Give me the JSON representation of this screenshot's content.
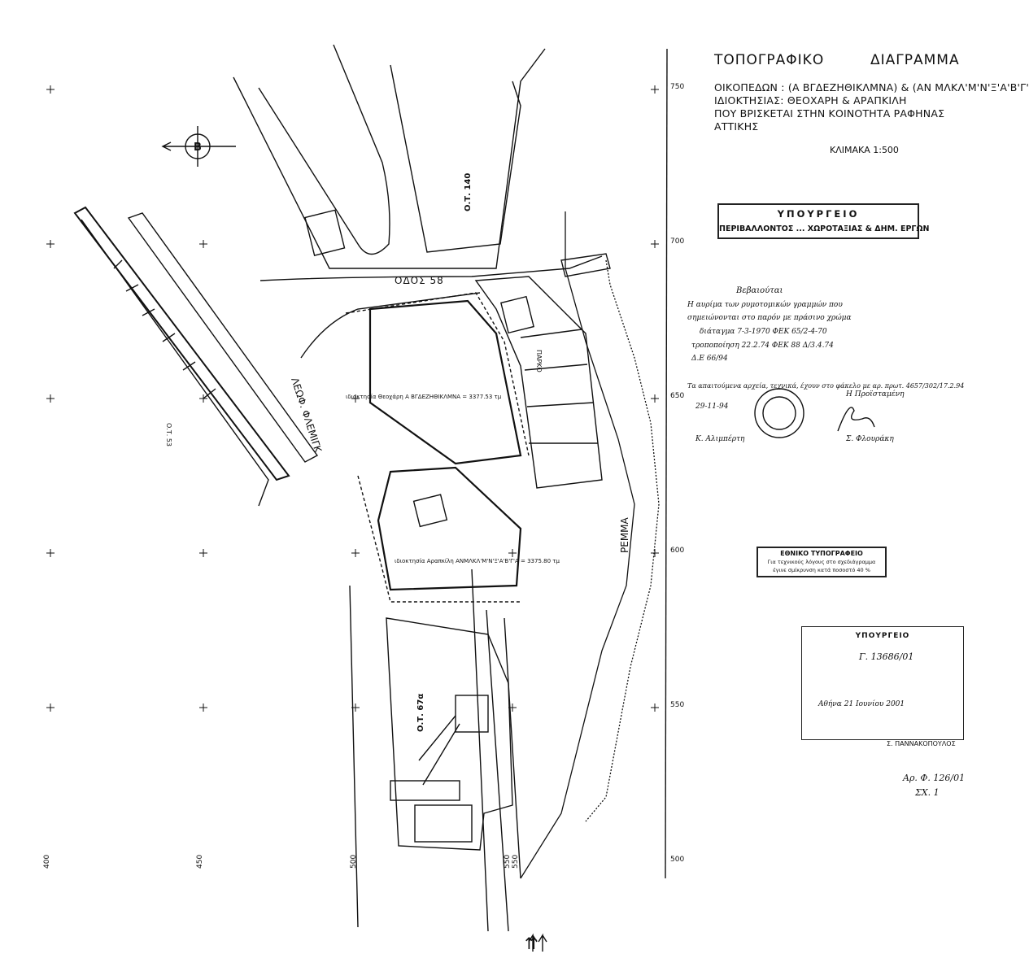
{
  "title": {
    "line1": "ΤΟΠΟΓΡΑΦΙΚΟ",
    "line1b": "ΔΙΑΓΡΑΜΜΑ",
    "line2": "ΟΙΚΟΠΕΔΩΝ : (Α ΒΓΔΕΖΗΘΙΚΛΜΝΑ) & (ΑΝ ΜΛΚΛ'Μ'Ν'Ξ'Α'Β'Γ'Α)",
    "line3": "ΙΔΙΟΚΤΗΣΙΑΣ: ΘΕΟΧΑΡΗ & ΑΡΑΠΚΙΛΗ",
    "line4": "ΠΟΥ ΒΡΙΣΚΕΤΑΙ ΣΤΗΝ ΚΟΙΝΟΤΗΤΑ ΡΑΦΗΝΑΣ",
    "line5": "ΑΤΤΙΚΗΣ",
    "scale": "ΚΛΙΜΑΚΑ 1:500"
  },
  "stamps": {
    "ministry1_title": "ΥΠΟΥΡΓΕΙΟ",
    "ministry1_sub": "ΠΕΡΙΒΑΛΛΟΝΤΟΣ ... ΧΩΡΟΤΑΞΙΑΣ & ΔΗΜ. ΕΡΓΩΝ",
    "national_title": "ΕΘΝΙΚΟ ΤΥΠΟΓΡΑΦΕΙΟ",
    "national_line1": "Για τεχνικούς λόγους στο σχεδιάγραμμα",
    "national_line2": "έγινε σμίκρυνση κατά ποσοστό 40 %",
    "ministry2_title": "ΥΠΟΥΡΓΕΙΟ",
    "ministry2_ref": "Γ. 13686/01",
    "ministry2_date": "Αθήνα 21 Ιουνίου 2001",
    "ministry2_sign": "Σ. ΠΑΝΝΑΚΟΠΟΥΛΟΣ",
    "ar_f": "Αρ. Φ. 126/01",
    "sx": "ΣΧ. 1"
  },
  "handwritten": {
    "verify": "Βεβαιούται",
    "l1": "Η αυρίμα των ρυμοτομικών γραμμών που",
    "l2": "σημειώνονται στο παρόν με πράσινο χρώμα",
    "l3": "διάταγμα 7-3-1970 ΦΕΚ 65/2-4-70",
    "l4": "τροποποίηση 22.2.74 ΦΕΚ 88 Δ/3.4.74",
    "l5": "Δ.Ε 66/94",
    "l6": "Τα απαιτούμενα αρχεία, τεχνικά, έχουν στο φάκελο με αρ. πρωτ. 4657/302/17.2.94",
    "date": "29-11-94",
    "head": "Η Προϊσταμένη",
    "s1": "Κ. Αλιμπέρτη",
    "s2": "Σ. Φλουράκη"
  },
  "map_labels": {
    "odos58": "ΟΔΟΣ 58",
    "leoflemig": "ΛΕΩΦ. ΦΛΕΜΙΓΚ",
    "remma": "ΡΕΜΜΑ",
    "ot140": "Ο.Τ. 140",
    "ot53": "Ο.Τ. 53",
    "ot67a": "Ο.Τ. 67α",
    "parko": "ΠΑΡΚΟ",
    "theoxari": "ιδιοκτησία Θεοχάρη Α ΒΓΔΕΖΗΘΙΚΛΜΝΑ = 3377.53 τμ",
    "arapkili": "ιδιοκτησία Αραπκίλη ΑΝΜΛΚΛ'Μ'Ν'Ξ'Α'Β'Γ'Α = 3375.80 τμ",
    "north": "B",
    "arrows": "⇈"
  },
  "grid": {
    "right_y": [
      "750",
      "700",
      "650",
      "600",
      "550",
      "500"
    ],
    "bottom_x": [
      "400",
      "450",
      "500",
      "550",
      "550"
    ]
  }
}
